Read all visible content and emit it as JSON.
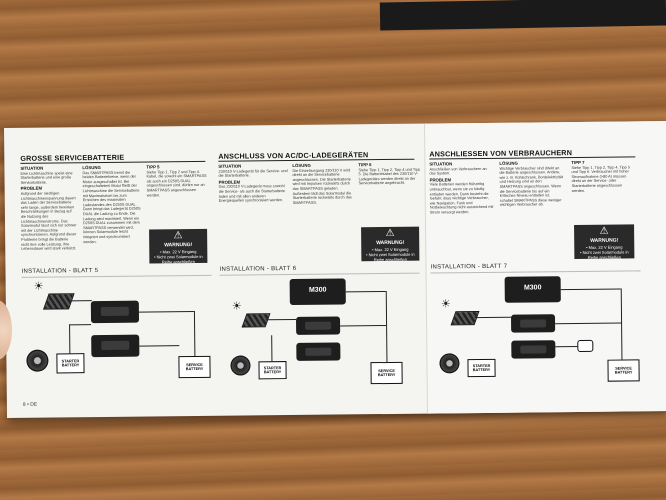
{
  "left_page": {
    "section1": {
      "title": "GROSSE SERVICEBATTERIE",
      "situation_label": "SITUATION",
      "situation_text": "Eine Lichtmaschine speist eine Starterbatterie und eine große Servicebatterie.",
      "problem_label": "PROBLEM",
      "problem_text": "Aufgrund der niedrigen Lichtmaschinenspannung dauert das Laden der Servicebatterie sehr lange, außerdem bewirken Beschränkungen in Bezug auf die Nutzung des Lichtmaschinenstroms. Das Solarmodul lässt sich nur schwer mit der Lichtmaschine synchronisieren. Aufgrund dieser Probleme bringt die Batterie nicht ihre volle Leistung, ihre Lebensdauer wird stark verkürzt.",
      "loesung_label": "LÖSUNG",
      "loesung_text": "Das SMARTPASS trennt die beiden Batteriekreise, wenn der Motor ausgeschaltet ist. Bei eingeschaltetem Motor fließt der Lichtmaschine die Servicebatterie mit Maximalstrom bis zum Erreichen des maximalen Ladestandes des D250S DUAL. Dann bringt das Ladegerät D250S DUAL die Ladung zu Ende. Die Ladung wird maximiert. Wenn ein D250S DUAL zusammen mit dem SMARTPASS verwendet wird, können Solarmodule leicht integriert und synchronisiert werden.",
      "tipp_label": "TIPP 5",
      "tipp_text": "Siehe Tipp 1, Tipp 2 und Tipp 4. Kabel, die sowohl ein SMARTPASS als auch ein D250S DUAL angeschlossen sind, dürfen nur an SMARTPASS angeschlossen werden.",
      "warn_title": "WARNUNG!",
      "warn_line1": "• Max. 22 V Eingang",
      "warn_line2": "• Nicht zwei Solarmodule in Reihe anschließen",
      "installation": "INSTALLATION - BLATT 5",
      "starter_battery": "STARTER BATTERY",
      "service_battery": "SERVICE BATTERY",
      "page_number": "8 • DE"
    },
    "section2": {
      "title": "ANSCHLUSS VON AC/DC-LADEGERÄTEN",
      "situation_label": "SITUATION",
      "situation_text": "230/110 V-Ladegerät für die Service- und die Starterbatterie.",
      "problem_label": "PROBLEM",
      "problem_text": "Das 230/110 V-Ladegerät muss sowohl die Service- als auch die Starterbatterie laden und mit allen anderen Energiequellen synchronisiert werden.",
      "loesung_label": "LÖSUNG",
      "loesung_text": "Die Einzelausgang 230/110 V wird direkt an die Servicebatterie angeschlossen. Die Starterbatterie wird mit Impulsen rückwärts durch das SMARTPASS geladen. Außerdem lädt das Solarmodul die Starterbatterie rückwärts durch das SMARTPASS.",
      "tipp_label": "TIPP 6",
      "tipp_text": "Siehe Tipp 1, Tipp 2, Tipp 4 und Tipp 5. Die Batteriekabel des 230/110 V-Ladegerätes werden direkt an der Servicebatterie angebracht.",
      "warn_title": "WARNUNG!",
      "warn_line1": "• Max. 22 V Eingang",
      "warn_line2": "• Nicht zwei Solarmodule in Reihe anschließen",
      "installation": "INSTALLATION - BLATT 6",
      "charger_label": "M300",
      "starter_battery": "STARTER BATTERY",
      "service_battery": "SERVICE BATTERY"
    }
  },
  "right_page": {
    "title": "ANSCHLIESSEN VON VERBRAUCHERN",
    "situation_label": "SITUATION",
    "situation_text": "Anschließen von Verbrauchern an das System.",
    "problem_label": "PROBLEM",
    "problem_text": "Viele Batterien werden frühzeitig unbrauchbar, wenn sie zu häufig entladen werden. Dann besteht die Gefahr, dass wichtige Verbraucher, wie Navigation, Funk und Notbeleuchtung nicht ausreichend mit Strom versorgt werden.",
    "loesung_label": "LÖSUNG",
    "loesung_text": "Wichtige Verbraucher sind direkt an die Batterie angeschlossen. Andere, wie z. B. Kühlschrank, Bordelektrizität und Heizung sind an den SMARTPASS angeschlossen. Wenn die Servicebatterie bis auf ein kritisches Niveau entladen ist, schaltet SMARTPASS diese weniger wichtigen Verbraucher ab.",
    "tipp_label": "TIPP 7",
    "tipp_text": "Siehe Tipp 1, Tipp 2, Tipp 4, Tipp 5 und Tipp 6. Verbraucher mit hoher Stromaufnahme (>80 A) müssen direkt an der Service- oder Starterbatterie angeschlossen werden.",
    "warn_title": "WARNUNG!",
    "warn_line1": "• Max. 22 V Eingang",
    "warn_line2": "• Nicht zwei Solarmodule in Reihe anschließen",
    "installation": "INSTALLATION - BLATT 7",
    "charger_label": "M300",
    "starter_battery": "STARTER BATTERY",
    "service_battery": "SERVICE BATTERY"
  }
}
